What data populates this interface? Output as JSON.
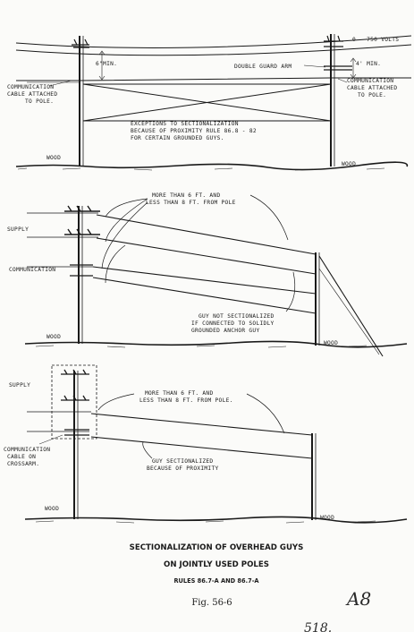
{
  "top": {
    "voltage": "0 - 750 VOLTS",
    "six_min_left": "6\"MIN.",
    "four_min_right": "4' MIN.",
    "double_guard_arm": "DOUBLE GUARD ARM",
    "comm_left": [
      "COMMUNICATION",
      "CABLE ATTACHED",
      "TO POLE."
    ],
    "comm_right": [
      "COMMUNICATION",
      "CABLE ATTACHED",
      "TO POLE."
    ],
    "exceptions": [
      "EXCEPTIONS TO SECTIONALIZATION",
      "BECAUSE OF PROXIMITY RULE 86.8 - 82",
      "FOR CERTAIN GROUNDED GUYS."
    ],
    "wood_left": "WOOD",
    "wood_right": "WOOD"
  },
  "middle": {
    "supply": "SUPPLY",
    "communication": "COMMUNICATION",
    "distance": [
      "MORE THAN 6 FT. AND",
      "LESS THAN 8 FT. FROM POLE"
    ],
    "guy_note": [
      "GUY NOT SECTIONALIZED",
      "IF CONNECTED TO SOLIDLY",
      "GROUNDED ANCHOR GUY"
    ],
    "wood_left": "WOOD",
    "wood_right": "WOOD"
  },
  "bottom": {
    "supply": "SUPPLY",
    "comm": [
      "COMMUNICATION",
      "CABLE ON",
      "CROSSARM."
    ],
    "distance": [
      "MORE THAN 6 FT. AND",
      "LESS THAN 8 FT. FROM POLE."
    ],
    "guy_note": [
      "GUY SECTIONALIZED",
      "BECAUSE OF PROXIMITY"
    ],
    "wood_left": "WOOD",
    "wood_right": "WOOD"
  },
  "caption": {
    "line1": "SECTIONALIZATION OF OVERHEAD GUYS",
    "line2": "ON JOINTLY USED POLES",
    "line3": "RULES 86.7-A AND 86.7-A",
    "fig": "Fig. 56-6"
  },
  "margin_notes": {
    "a8": "A8",
    "bottom": "518."
  }
}
